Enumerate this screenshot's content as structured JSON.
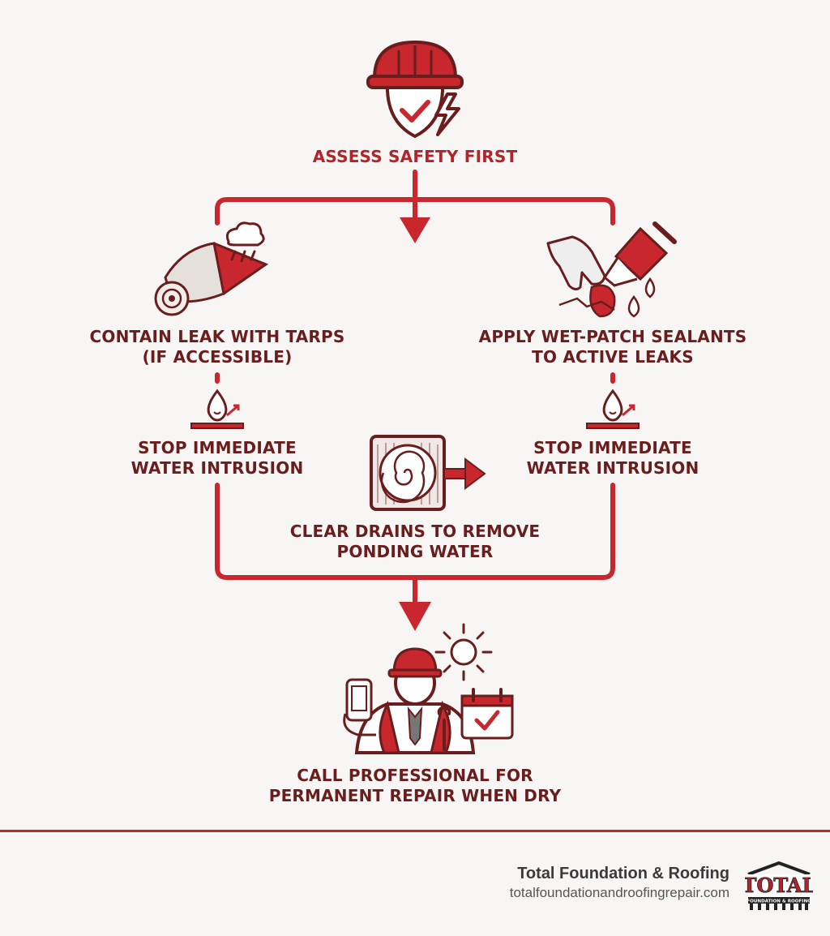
{
  "steps": {
    "assess": {
      "line1": "ASSESS SAFETY FIRST"
    },
    "tarps": {
      "line1": "CONTAIN LEAK WITH TARPS",
      "line2": "(IF ACCESSIBLE)"
    },
    "sealants": {
      "line1": "APPLY WET-PATCH SEALANTS",
      "line2": "TO ACTIVE LEAKS"
    },
    "stop_left": {
      "line1": "STOP IMMEDIATE",
      "line2": "WATER INTRUSION"
    },
    "stop_right": {
      "line1": "STOP IMMEDIATE",
      "line2": "WATER INTRUSION"
    },
    "drains": {
      "line1": "CLEAR DRAINS TO REMOVE",
      "line2": "PONDING WATER"
    },
    "professional": {
      "line1": "CALL PROFESSIONAL FOR",
      "line2": "PERMANENT REPAIR WHEN DRY"
    }
  },
  "icons": {
    "assess": "hard-hat-safety-check-icon",
    "tarps": "rolled-tarp-rain-icon",
    "sealants": "hand-sealant-tube-icon",
    "stop": "water-drop-barrier-icon",
    "drains": "drain-vent-arrow-icon",
    "professional": "roofing-professional-icon"
  },
  "footer": {
    "company": "Total Foundation & Roofing",
    "url": "totalfoundationandroofingrepair.com",
    "logo_word": "TOTAL",
    "logo_sub": "FOUNDATION & ROOFING"
  },
  "colors": {
    "accent_red": "#c8272e",
    "text_red": "#b5232a",
    "text_maroon": "#6a1d1d",
    "background": "#f7f6f4"
  }
}
